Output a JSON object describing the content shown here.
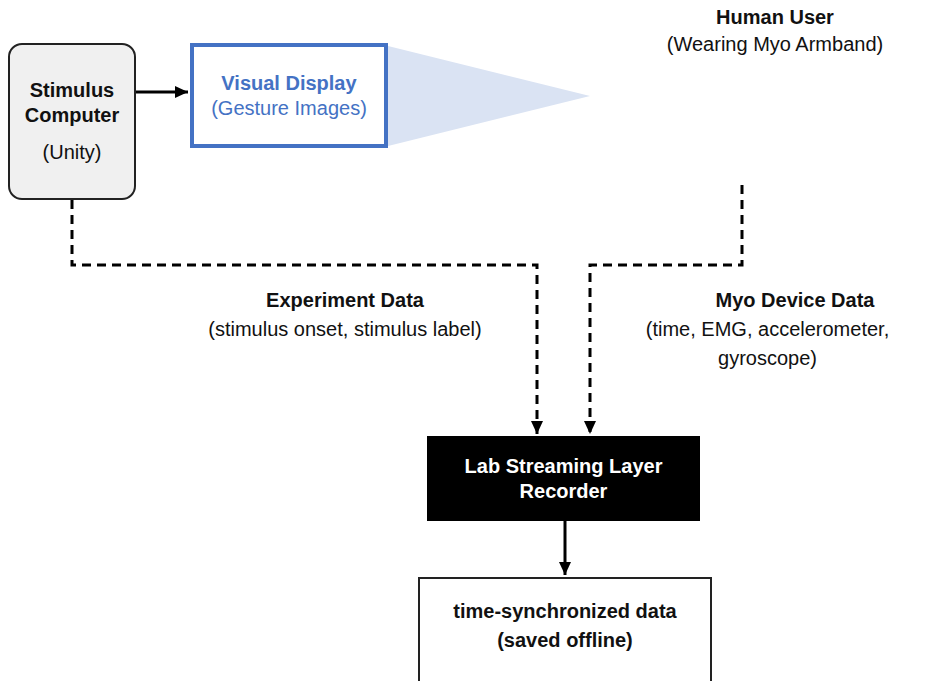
{
  "diagram": {
    "nodes": [
      {
        "text": [
          "Stimulus Computer",
          "(Unity)"
        ]
      },
      {
        "text": [
          "Visual Display",
          "(Gesture Images)"
        ]
      },
      {
        "text": [
          "Human User",
          "(Wearing Myo Armband)"
        ]
      },
      {
        "text": [
          "Lab Streaming Layer Recorder"
        ]
      },
      {
        "text": [
          "time-synchronized data",
          "(saved offline)"
        ]
      }
    ],
    "edges": [
      {
        "from": 0,
        "to": 1,
        "arrow": "to"
      },
      {
        "from": 0,
        "to": 3,
        "arrow": "to"
      },
      {
        "from": 2,
        "to": 3,
        "arrow": "to"
      },
      {
        "from": 3,
        "to": 4,
        "arrow": "to"
      }
    ],
    "labels": [
      "Experiment Data",
      "(stimulus onset, stimulus label)",
      "Myo Device Data",
      "(time, EMG, accelerometer, gyroscope)"
    ]
  }
}
